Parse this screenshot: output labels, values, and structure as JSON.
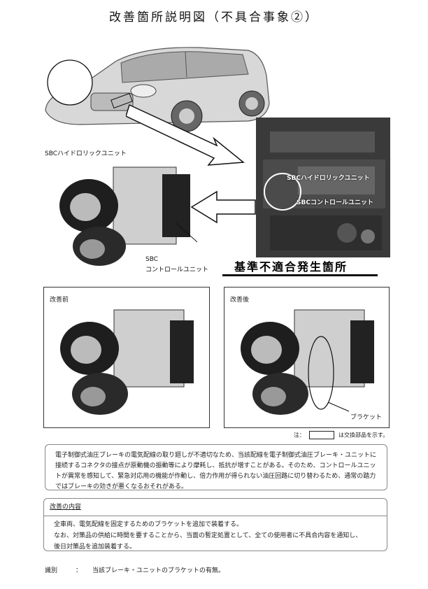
{
  "title": "改善箇所説明図（不具合事象②）",
  "photo_labels": {
    "hydraulic_unit": "SBCハイドロリックユニット",
    "control_unit_line1": "SBC",
    "control_unit_line2": "コントロールユニット"
  },
  "engine_labels": {
    "hydraulic_unit": "SBCハイドロリックユニット",
    "control_unit": "SBCコントロールユニット"
  },
  "headline": "基準不適合発生箇所",
  "before_label": "改善前",
  "after_label": "改善後",
  "bracket_label": "ブラケット",
  "note": {
    "prefix": "注：",
    "suffix": "は交換部品を示す。"
  },
  "description": "電子制御式油圧ブレーキの電気配線の取り廻しが不適切なため、当該配線を電子制御式油圧ブレーキ・ユニットに接続するコネクタの接点が原動機の振動等により摩耗し、抵抗が増すことがある。そのため、コントロールユニットが異常を感知して、緊急対応用の機能が作動し、倍力作用が得られない油圧回路に切り替わるため、通常の踏力ではブレーキの効きが悪くなるおそれがある。",
  "improvement": {
    "heading": "改善の内容",
    "line1": "全車両、電気配線を固定するためのブラケットを追加で装着する。",
    "line2": "なお、対策品の供給に時間を要することから、当面の暫定処置として、全ての使用者に不具合内容を通知し、",
    "line3": "後日対策品を追加装着する。"
  },
  "footer": {
    "label": "識別",
    "separator": "：",
    "text": "当該ブレーキ・ユニットのブラケットの有無。"
  }
}
